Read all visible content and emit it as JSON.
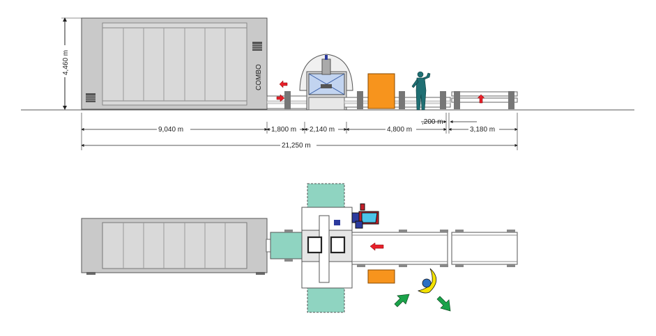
{
  "machine": {
    "label": "COMBO"
  },
  "dimensions": {
    "height": "4,460 m",
    "segments": [
      "9,040 m",
      "1,800 m",
      "2,140 m",
      "4,800 m",
      "3,180 m"
    ],
    "gap": ",200 m",
    "total": "21,250 m"
  },
  "colors": {
    "machine_fill": "#c9c9c9",
    "machine_panel": "#d9d9d9",
    "machine_dark": "#8f8f8f",
    "teal": "#8fd4c1",
    "orange": "#f7941d",
    "arrow_red": "#e8202a",
    "arrow_green": "#1aa34a",
    "operator": "#1f6f73",
    "blue": "#2b3a9e",
    "cyan": "#4cc3e8",
    "yellow": "#f4e200"
  },
  "icons": [
    "arrow-left-icon",
    "arrow-right-icon",
    "arrow-up-icon",
    "operator-icon",
    "operator-topview-icon",
    "arrow-green-icon"
  ]
}
